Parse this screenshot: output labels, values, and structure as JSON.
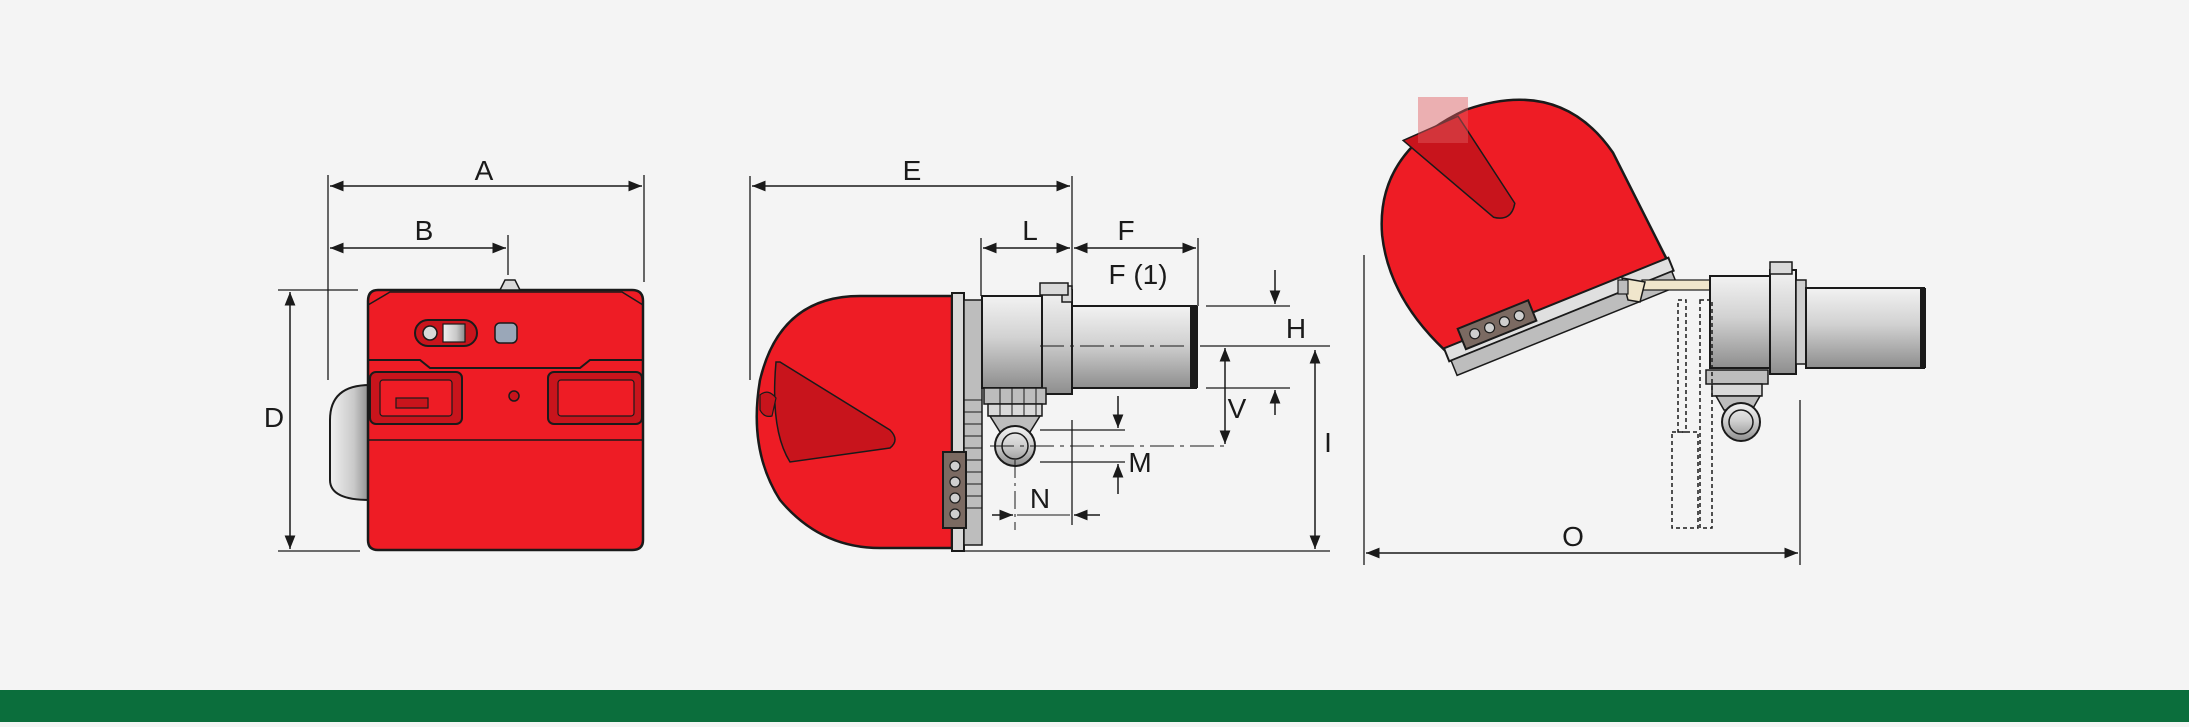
{
  "colors": {
    "background": "#f4f4f4",
    "burner_red": "#ee1c25",
    "burner_red_dark": "#c8141c",
    "outline": "#1a1a1a",
    "steel_light": "#e6e6e6",
    "steel_mid": "#b8b8b8",
    "steel_dark": "#7a7a7a",
    "terminal_brown": "#7b6a62",
    "footer_green": "#0b6e3c"
  },
  "front_view": {
    "label_A": "A",
    "label_B": "B",
    "label_D": "D"
  },
  "side_view": {
    "label_E": "E",
    "label_L": "L",
    "label_F": "F",
    "label_F1": "F (1)",
    "label_H": "H",
    "label_V": "V",
    "label_M": "M",
    "label_N": "N",
    "label_I": "I"
  },
  "open_view": {
    "label_O": "O"
  }
}
